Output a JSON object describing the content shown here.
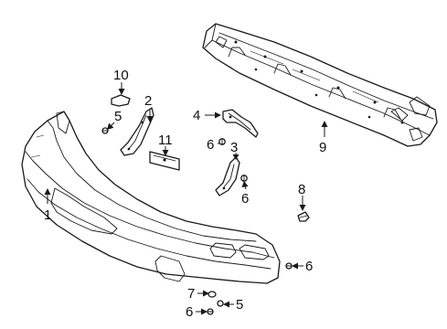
{
  "callouts": {
    "c1": "1",
    "c2": "2",
    "c3": "3",
    "c4": "4",
    "c5a": "5",
    "c5b": "5",
    "c6a": "6",
    "c6b": "6",
    "c6c": "6",
    "c6d": "6",
    "c7": "7",
    "c8": "8",
    "c9": "9",
    "c10": "10",
    "c11": "11"
  }
}
